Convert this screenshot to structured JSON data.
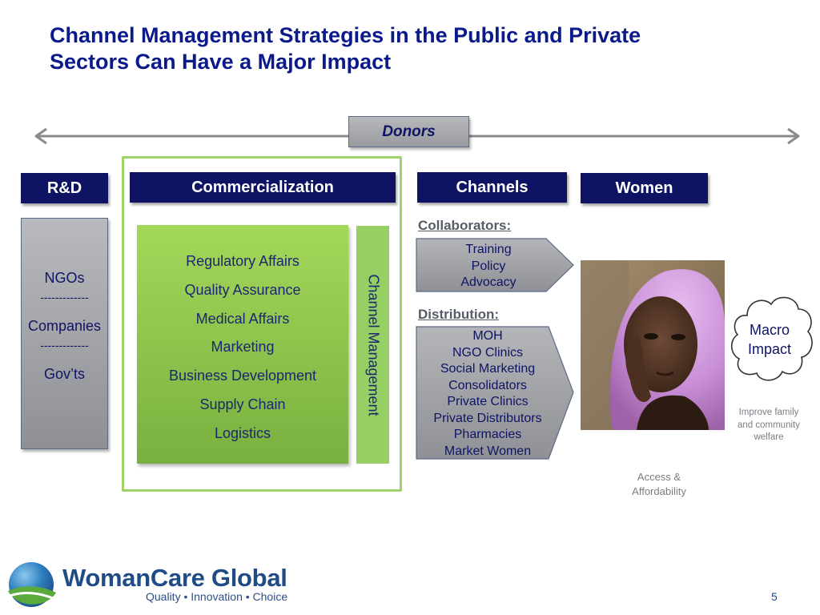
{
  "title": {
    "line1": "Channel Management Strategies in the Public and Private",
    "line2": "Sectors Can Have a Major Impact"
  },
  "donors": "Donors",
  "rd": {
    "label": "R&D",
    "items": [
      "NGOs",
      "-------------",
      "Companies",
      "-------------",
      "Gov’ts"
    ]
  },
  "commercialization": {
    "label": "Commercialization",
    "items": [
      "Regulatory Affairs",
      "Quality Assurance",
      "Medical Affairs",
      "Marketing",
      "Business Development",
      "Supply Chain",
      "Logistics"
    ],
    "vertical_label": "Channel Management"
  },
  "channels": {
    "label": "Channels",
    "collaborators_label": "Collaborators:",
    "collaborators": [
      "Training",
      "Policy",
      "Advocacy"
    ],
    "distribution_label": "Distribution:",
    "distribution": [
      "MOH",
      "NGO Clinics",
      "Social Marketing",
      "Consolidators",
      "Private Clinics",
      "Private Distributors",
      "Pharmacies",
      "Market Women"
    ]
  },
  "women": {
    "label": "Women",
    "caption_line1": "Access &",
    "caption_line2": "Affordability"
  },
  "impact": {
    "line1": "Macro",
    "line2": "Impact",
    "caption_line1": "Improve family",
    "caption_line2": "and community",
    "caption_line3": "welfare"
  },
  "footer": {
    "brand": "WomanCare Global",
    "tagline": "Quality • Innovation • Choice",
    "page_number": "5"
  },
  "colors": {
    "title": "#0b1a8a",
    "navy": "#0e1463",
    "green": "#8cc63f",
    "grey": "#9a9ca0"
  }
}
